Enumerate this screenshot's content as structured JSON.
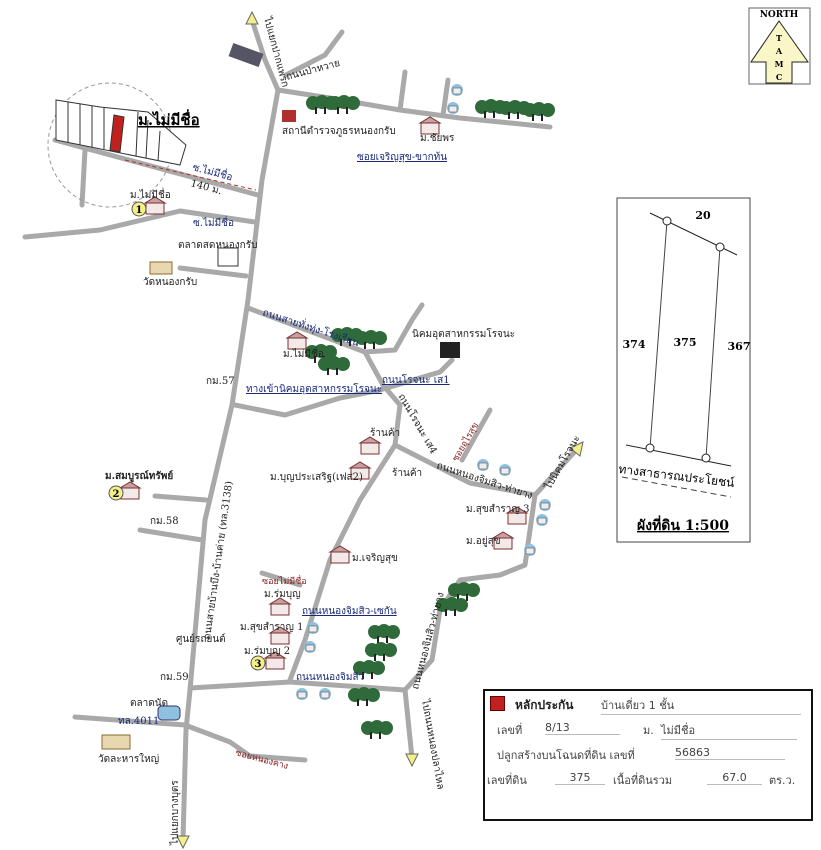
{
  "title": "ม.ไม่มีชื่อ",
  "north": {
    "label": "NORTH",
    "letters": [
      "T",
      "A",
      "M",
      "C"
    ]
  },
  "labels": {
    "to_top": "ไปแยกปากแพรก",
    "road_pawai": "ถนนป่าหวาย",
    "police": "สถานีตำรวจภูธรหนองกรับ",
    "village_chanya": "ม.ชัยพร",
    "soi_charoensuk": "ซอยเจริญสุข-ขากท้น",
    "soi_maimichue_1": "ซ.ไม่มีชื่อ",
    "distance": "140 ม.",
    "village_1": "ม.ไม่มีชื่อ",
    "soi_maimichue_2": "ซ.ไม่มีชื่อ",
    "market": "ตลาดสดหนองกรับ",
    "temple_nongkrab": "วัดหนองกรับ",
    "road_sapthong": "ถนนสายทั่งทุ่ง-โรงเรียน",
    "industrial": "นิคมอุตสาหกรรมโรจนะ",
    "village_mid": "ม.ไม่มีชื่อ",
    "road_rojana1": "ถนนโรจนะ เส1",
    "entrance": "ทางเข้านิคมอุตสาหกรรมโรจนะ",
    "km57": "กม.57",
    "road_rojana4": "ถนนโรจนะ เส4",
    "shop1": "ร้านค้า",
    "shop2": "ร้านค้า",
    "village_boonprasert": "ม.บุญประเสริฐ(เฟส2)",
    "road_nongchim": "ถนนหนองจิมสิว-ท่ายาง",
    "soi_red": "ซอยอุไรสุข",
    "to_rojana": "ไปนิคมโรจนะ",
    "village_2": "ม.สมบูรณ์ทรัพย์",
    "km58": "กม.58",
    "main_road": "ถนนสายบ้านบึง-บ้านค่าย (ทล.3138)",
    "village_suksamran3": "ม.สุขสำราญ 3",
    "village_yoosuk": "ม.อยู่สุข",
    "village_charoensuk": "ม.เจริญสุข",
    "soi_maimichue_3": "ซอยไม่มีชื่อ",
    "village_rimboon": "ม.ร่มบุญ",
    "road_nongchim_sek": "ถนนหนองจิมสิว-เซกัน",
    "village_suksamran1": "ม.สุขสำราญ 1",
    "village_3": "ม.ร่มบุญ 2",
    "carshop": "ศูนย์รถยนต์",
    "km59": "กม.59",
    "road_nongchimsiw": "ถนนหนองจิมสิว",
    "road_nongchim_ta": "ถนนหนองจิมสิว-ท่ายาง",
    "market_nad": "ตลาดนัด",
    "road_4011": "ทล.4011",
    "temple_yai": "วัดละหารใหญ่",
    "soi_nongkan": "ซอยหนองคาง",
    "to_bottom": "ไปแยกบางบุตร",
    "to_bottom_right": "ไปถนนหนองปลาไหล"
  },
  "markers": [
    "1",
    "2",
    "3"
  ],
  "plot": {
    "top_width": "20",
    "left_parcel": "374",
    "parcel": "375",
    "right_parcel": "367",
    "road": "ทางสาธารณประโยชน์",
    "caption": "ผังที่ดิน 1:500"
  },
  "legend": {
    "title": "หลักประกัน",
    "type": "บ้านเดี่ยว 1 ชั้น",
    "no_label": "เลขที่",
    "no_value": "8/13",
    "village_label": "ม.",
    "village_value": "ไม่มีชื่อ",
    "deed_label": "ปลูกสร้างบนโฉนดที่ดิน เลขที่",
    "deed_value": "56863",
    "land_label": "เลขที่ดิน",
    "land_value": "375",
    "area_label": "เนื้อที่ดินรวม",
    "area_value": "67.0",
    "area_unit": "ตร.ว."
  },
  "colors": {
    "road": "#a9a9a9",
    "collateral": "#c0201e",
    "marker": "#f5ef8a",
    "tree": "#2f6b3a"
  }
}
